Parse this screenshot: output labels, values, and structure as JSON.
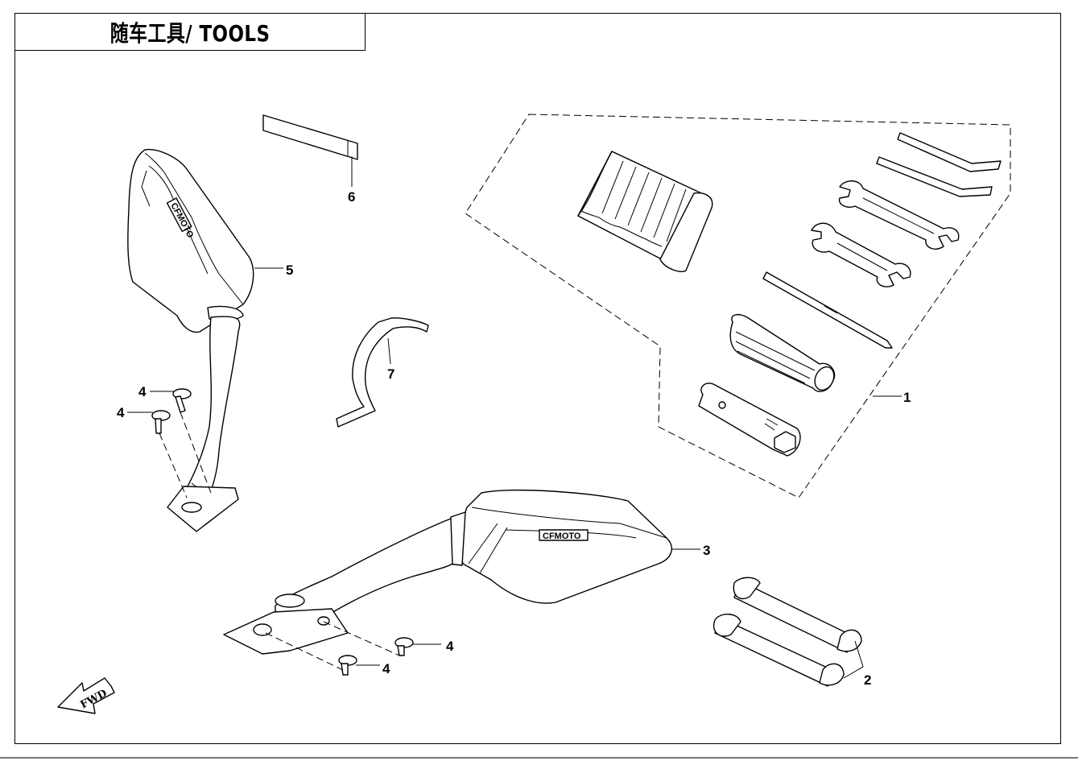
{
  "title": "随车工具/ TOOLS",
  "callouts": {
    "c1": "1",
    "c2": "2",
    "c3": "3",
    "c4a": "4",
    "c4b": "4",
    "c4c": "4",
    "c4d": "4",
    "c5": "5",
    "c6": "6",
    "c7": "7"
  },
  "logo_text": "CFMOTO",
  "fwd_marker": "FWD"
}
